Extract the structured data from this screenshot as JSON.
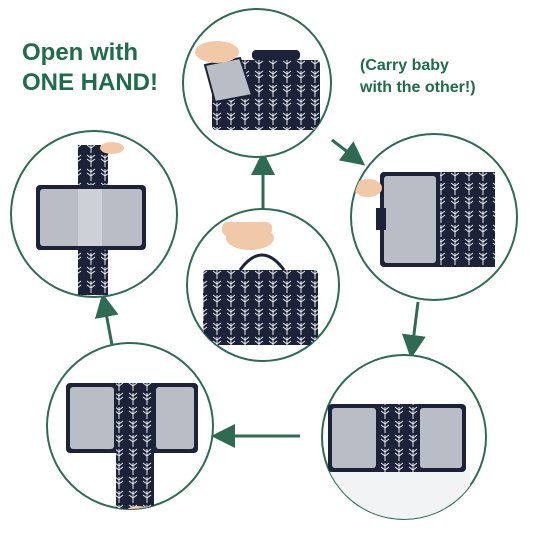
{
  "headline": {
    "line1": "Open with",
    "line2": "ONE HAND!"
  },
  "side_note": {
    "line1": "(Carry baby",
    "line2": "with the other!)"
  },
  "colors": {
    "accent_green": "#1f6b4a",
    "ring_green": "#2e6b52",
    "pad_navy": "#1c2238",
    "pad_gray": "#b9bec6",
    "pattern_white": "#e8ebef"
  },
  "steps": [
    {
      "id": "center",
      "depiction": "closed-bag-carried-by-handle"
    },
    {
      "id": "top",
      "depiction": "hand-opening-flap"
    },
    {
      "id": "right",
      "depiction": "half-open-pad"
    },
    {
      "id": "bottom-right",
      "depiction": "pad-unfolding"
    },
    {
      "id": "bottom-left",
      "depiction": "pad-unfolded-with-flap-down"
    },
    {
      "id": "left",
      "depiction": "fully-open-changing-pad"
    }
  ]
}
